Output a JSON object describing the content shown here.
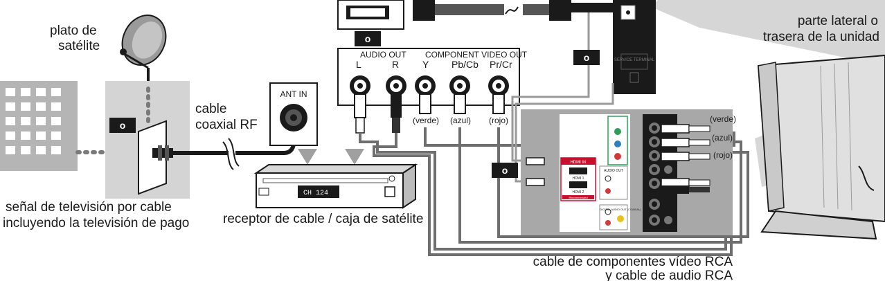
{
  "labels": {
    "satellite_dish": [
      "plato de",
      "satélite"
    ],
    "tv_side": [
      "parte lateral o",
      "trasera de la unidad"
    ],
    "rf_cable": [
      "cable",
      "coaxial RF"
    ],
    "cable_signal": [
      "señal de televisión por cable",
      "incluyendo la televisión de pago"
    ],
    "receiver": "receptor de cable / caja de satélite",
    "component_cable": [
      "cable de componentes vídeo RCA",
      "y cable de audio RCA"
    ],
    "ant_in": "ANT IN",
    "audio_out": "AUDIO OUT",
    "component_video_out": "COMPONENT VIDEO OUT",
    "ch_l": "L",
    "ch_r": "R",
    "ch_y": "Y",
    "ch_pb": "Pb/Cb",
    "ch_pr": "Pr/Cr",
    "verde": "(verde)",
    "azul": "(azul)",
    "rojo": "(rojo)",
    "or_badge": "o",
    "display": "CH 124",
    "hdmi_in": "HDMI IN",
    "hdmi_1": "HDMI 1",
    "hdmi_2": "HDMI 2",
    "recommended": "Recommended",
    "audio_out_panel": "AUDIO OUT",
    "digital_audio_out": "DIGITAL AUDIO OUT (COAXIAL)",
    "service_terminal": "SERVICE TERMINAL"
  },
  "colors": {
    "dark": "#1a1a1a",
    "cable_gray": "#6e6e6e",
    "light_gray": "#bfbfbf",
    "panel_gray": "#a8a8a8",
    "green": "#2e9e5b",
    "blue": "#2f7fc1",
    "red": "#d23a3a",
    "hdmi_red": "#c8102e",
    "yellow": "#e8c21a"
  }
}
